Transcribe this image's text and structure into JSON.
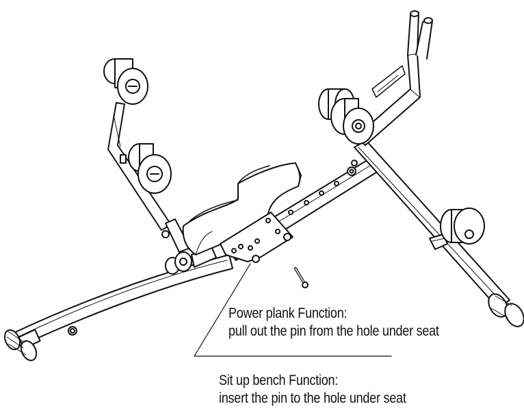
{
  "notes": {
    "power_plank": {
      "title": "Power plank Function:",
      "instruction": "pull out the pin from the hole under seat"
    },
    "sit_up_bench": {
      "title": "Sit up bench Function:",
      "instruction": "insert the pin to the hole under seat"
    }
  },
  "colors": {
    "line": "#111111",
    "fill": "#ffffff"
  }
}
